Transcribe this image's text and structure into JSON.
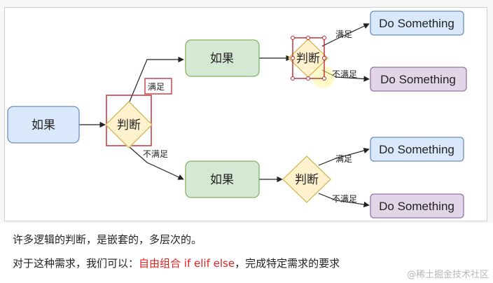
{
  "diagram": {
    "root_label": "如果",
    "decision_label": "判断",
    "yes_label": "满足",
    "no_label": "不满足",
    "action_label": "Do Something"
  },
  "caption": {
    "line1": "许多逻辑的判断，是嵌套的，多层次的。",
    "line2_prefix": "对于这种需求，我们可以：",
    "line2_highlight": "自由组合 if elif else",
    "line2_suffix": "，完成特定需求的要求"
  },
  "watermark": "@稀土掘金技术社区",
  "colors": {
    "if_blue_fill": "#dae8fc",
    "if_blue_stroke": "#6c8ebf",
    "if_green_fill": "#d5e8d4",
    "if_green_stroke": "#82b366",
    "decision_fill": "#fff2cc",
    "decision_stroke": "#d6b656",
    "do_purple_fill": "#e1d5e7",
    "do_purple_stroke": "#9673a6",
    "highlight_red": "#e02020"
  }
}
